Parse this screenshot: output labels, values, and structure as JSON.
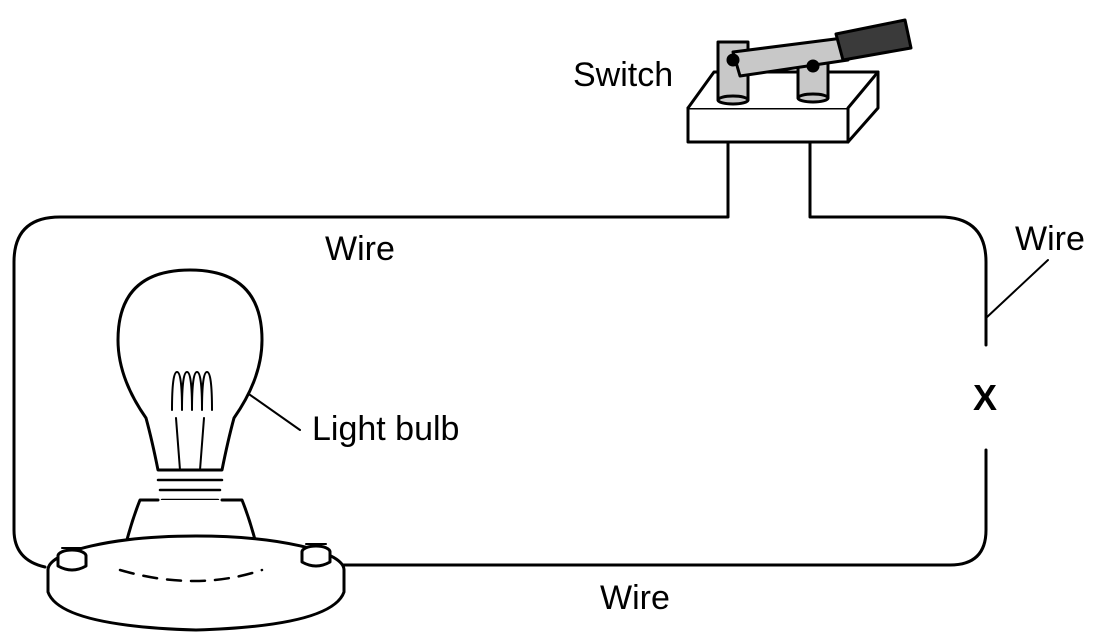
{
  "labels": {
    "switch": "Switch",
    "wire_top": "Wire",
    "wire_right": "Wire",
    "wire_bottom": "Wire",
    "light_bulb": "Light bulb",
    "gap_marker": "X"
  },
  "colors": {
    "line": "#000000",
    "background": "#ffffff",
    "switch_metal": "#c8c8c8",
    "switch_handle": "#3a3a3a"
  }
}
